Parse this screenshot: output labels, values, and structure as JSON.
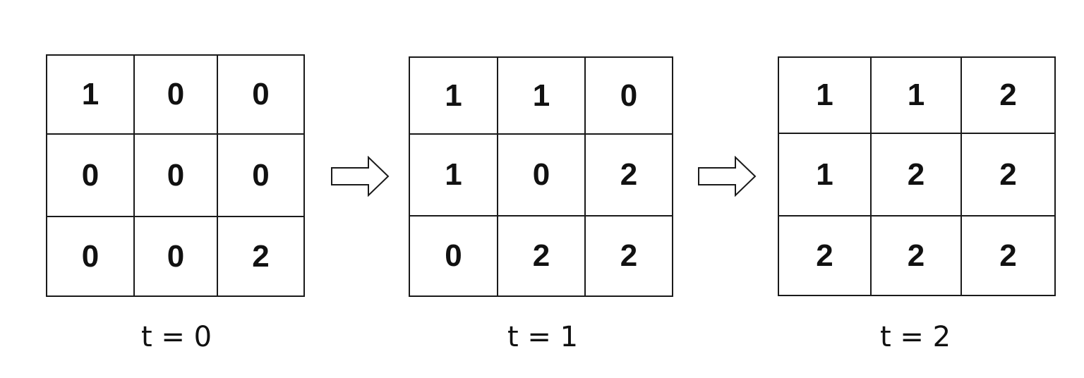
{
  "panels": [
    {
      "caption": "t = 0",
      "cells": [
        [
          "1",
          "0",
          "0"
        ],
        [
          "0",
          "0",
          "0"
        ],
        [
          "0",
          "0",
          "2"
        ]
      ]
    },
    {
      "caption": "t = 1",
      "cells": [
        [
          "1",
          "1",
          "0"
        ],
        [
          "1",
          "0",
          "2"
        ],
        [
          "0",
          "2",
          "2"
        ]
      ]
    },
    {
      "caption": "t = 2",
      "cells": [
        [
          "1",
          "1",
          "2"
        ],
        [
          "1",
          "2",
          "2"
        ],
        [
          "2",
          "2",
          "2"
        ]
      ]
    }
  ],
  "arrows": [
    "right-arrow-icon",
    "right-arrow-icon"
  ]
}
